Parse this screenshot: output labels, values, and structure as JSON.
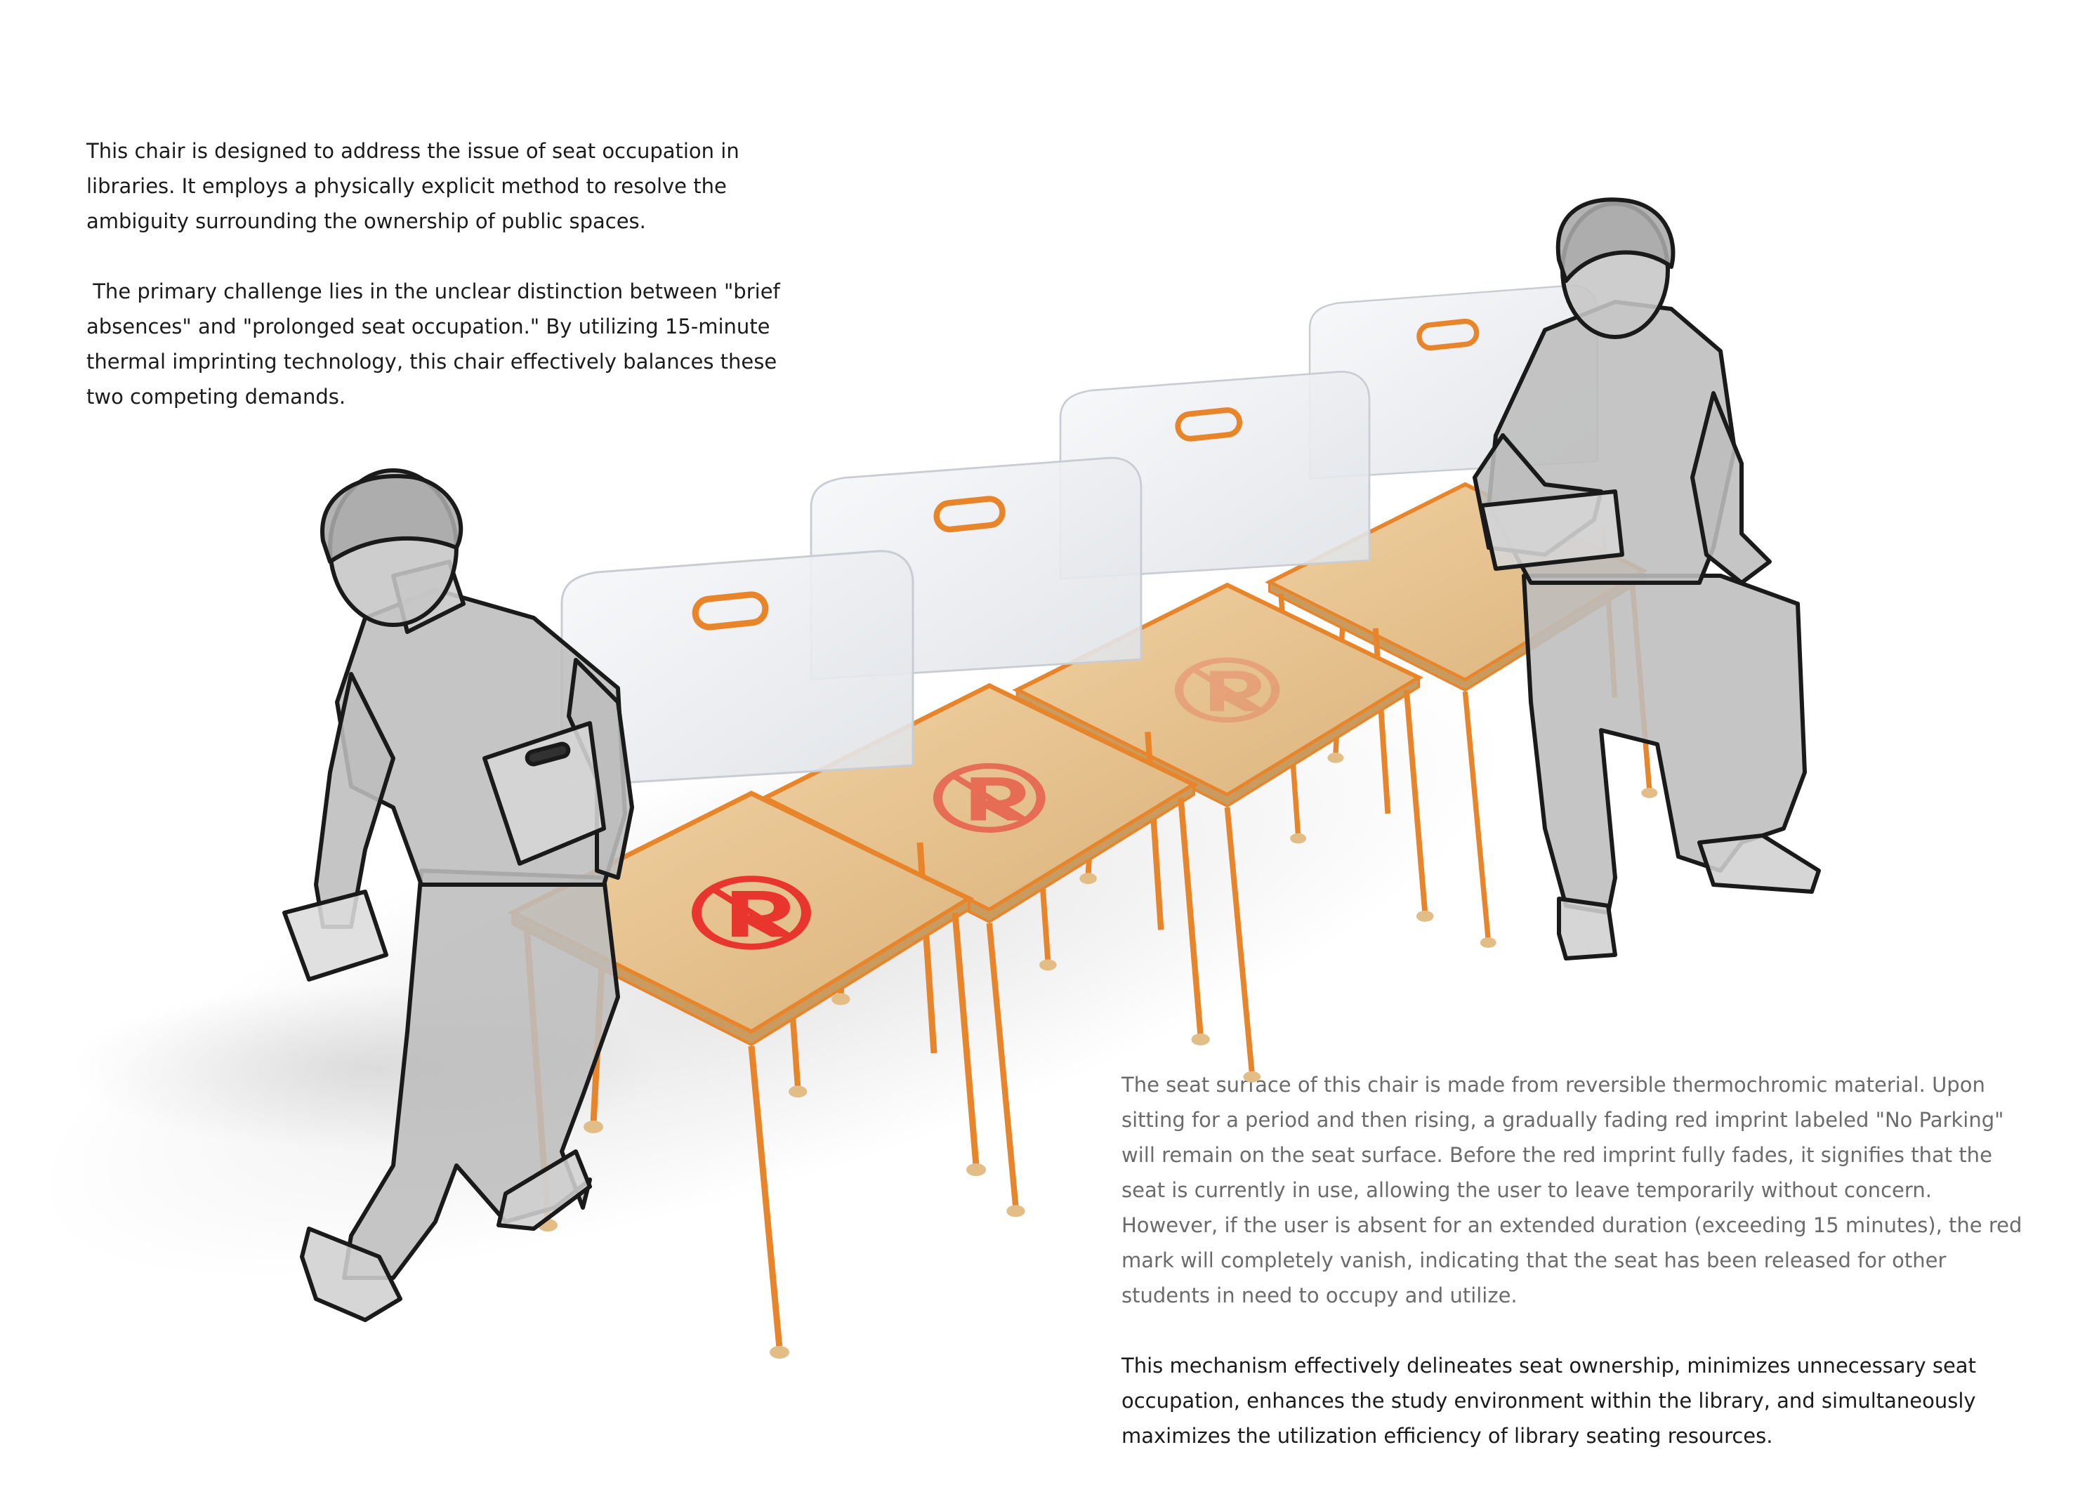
{
  "intro": {
    "paragraph_1": "This chair is designed to address the issue of seat occupation in libraries. It employs a physically explicit method to resolve the ambiguity surrounding the ownership of public spaces.",
    "paragraph_2": " The primary challenge lies in the unclear distinction between \"brief absences\" and \"prolonged seat occupation.\" By utilizing 15-minute thermal imprinting technology, this chair effectively balances these two competing demands."
  },
  "description": {
    "paragraph_1": "The seat surface of this chair is made from reversible thermochromic material. Upon sitting for a period and then rising, a gradually fading red imprint labeled \"No Parking\" will remain on the seat surface. Before the red imprint fully fades, it signifies that the seat is currently in use, allowing the user to leave temporarily without concern. However, if the user is absent for an extended duration (exceeding 15 minutes), the red mark will completely vanish, indicating that the seat has been released for other students in need to occupy and utilize.",
    "paragraph_2": "This mechanism effectively delineates seat ownership, minimizes unnecessary seat occupation, enhances the study environment within the library, and simultaneously maximizes the utilization efficiency of library seating resources."
  },
  "colors": {
    "seat_wood": "#e7c390",
    "frame_orange": "#e8852a",
    "imprint_red": "#e8362f",
    "backrest": "#eef0f3",
    "figure_gray": "#bdbdbd",
    "outline": "#1a1a1a"
  },
  "chairs": [
    {
      "imprint_opacity": 1.0
    },
    {
      "imprint_opacity": 0.6
    },
    {
      "imprint_opacity": 0.22
    },
    {
      "imprint_opacity": 0.0
    }
  ]
}
